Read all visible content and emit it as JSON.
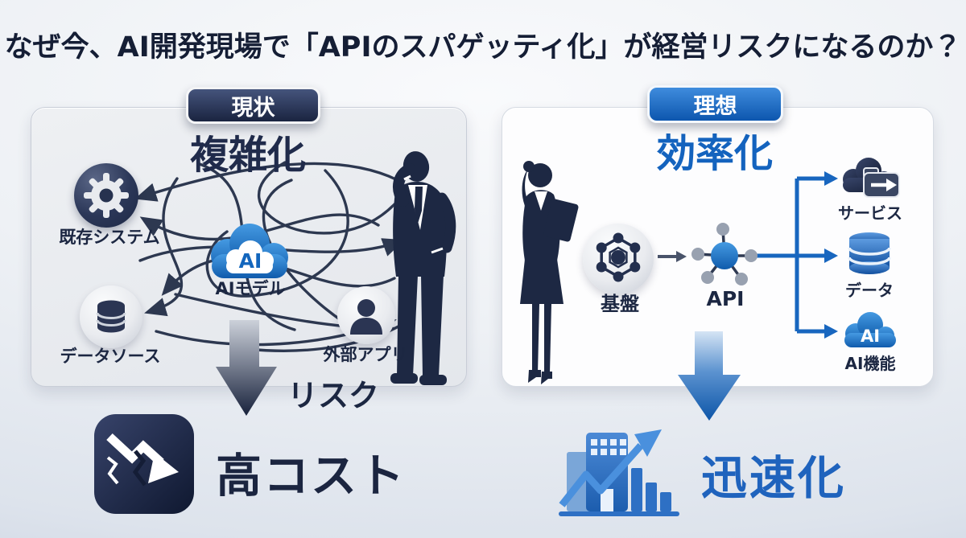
{
  "title": "なぜ今、AI開発現場で「APIのスパゲッティ化」が経営リスクになるのか？",
  "current": {
    "badge": "現状",
    "heading": "複雑化",
    "existing_system": "既存システム",
    "ai_badge": "AI",
    "ai_model": "AIモデル",
    "data_source": "データソース",
    "external_app": "外部アプリ",
    "risk_label": "リスク",
    "outcome": "高コスト"
  },
  "ideal": {
    "badge": "理想",
    "heading": "効率化",
    "foundation": "基盤",
    "api": "API",
    "service": "サービス",
    "data": "データ",
    "ai_badge": "AI",
    "ai_function": "AI機能",
    "outcome": "迅速化"
  },
  "icons": {
    "gear-icon": "gear on dark circle",
    "database-icon": "stacked cylinder database",
    "person-icon": "user bust",
    "ai-cloud-icon": "cloud with AI letters",
    "network-hub-icon": "hexagon molecule network",
    "api-node-icon": "hub with five spokes",
    "cloud-folder-icon": "cloud with share folder arrow",
    "crash-chart-icon": "cracked declining arrow square",
    "growth-chart-icon": "buildings with rising chart arrow",
    "businessman-silhouette": "man in suit thinking",
    "businesswoman-silhouette": "woman holding tablet",
    "down-arrow": "thick downward arrow"
  },
  "colors": {
    "navy": "#1d2843",
    "navy_text": "#1c2742",
    "blue": "#1565c0",
    "blue_text": "#1f63bd",
    "tangle_stroke": "#2d3850",
    "panel_current_bg": "#e8eaee",
    "panel_ideal_bg": "#fdfdfe",
    "satellite_gray": "#98a1b0",
    "background": "#e9edf3"
  }
}
